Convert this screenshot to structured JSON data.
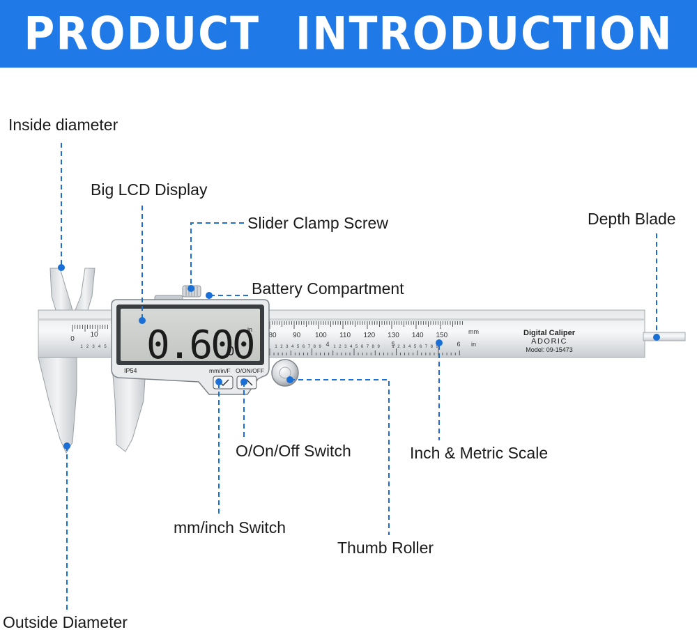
{
  "header": {
    "title": "PRODUCT  INTRODUCTION",
    "background_color": "#1f7ae8",
    "text_color": "#ffffff"
  },
  "accent_color": "#1a6fd6",
  "callouts": {
    "inside_diameter": "Inside diameter",
    "big_lcd_display": "Big LCD Display",
    "slider_clamp_screw": "Slider Clamp Screw",
    "battery_compartment": "Battery Compartment",
    "depth_blade": "Depth Blade",
    "on_off_switch": "O/On/Off Switch",
    "inch_metric_scale": "Inch & Metric Scale",
    "mm_inch_switch": "mm/inch Switch",
    "thumb_roller": "Thumb Roller",
    "outside_diameter": "Outside Diameter"
  },
  "caliper": {
    "lcd_reading": "0.600",
    "lcd_fraction": "0",
    "lcd_unit": "in",
    "ip_rating": "IP54",
    "button_mode_label": "mm/in/F",
    "button_power_label": "O/ON/OFF",
    "brand_title": "Digital Caliper",
    "brand_name": "ADORIC",
    "model": "Model:  09-15473",
    "scale_unit_mm": "mm",
    "scale_unit_in": "in",
    "jaw_scale_zero": "0",
    "jaw_scale_ten": "10",
    "jaw_inch_ticks": [
      "1",
      "2",
      "3",
      "4",
      "5"
    ],
    "mm_labels": [
      "80",
      "90",
      "100",
      "110",
      "120",
      "130",
      "140",
      "150"
    ],
    "inch_major_labels": [
      "4",
      "5",
      "6"
    ],
    "inch_minor_labels": [
      "1",
      "2",
      "3",
      "4",
      "5",
      "6",
      "7",
      "8",
      "9"
    ]
  }
}
